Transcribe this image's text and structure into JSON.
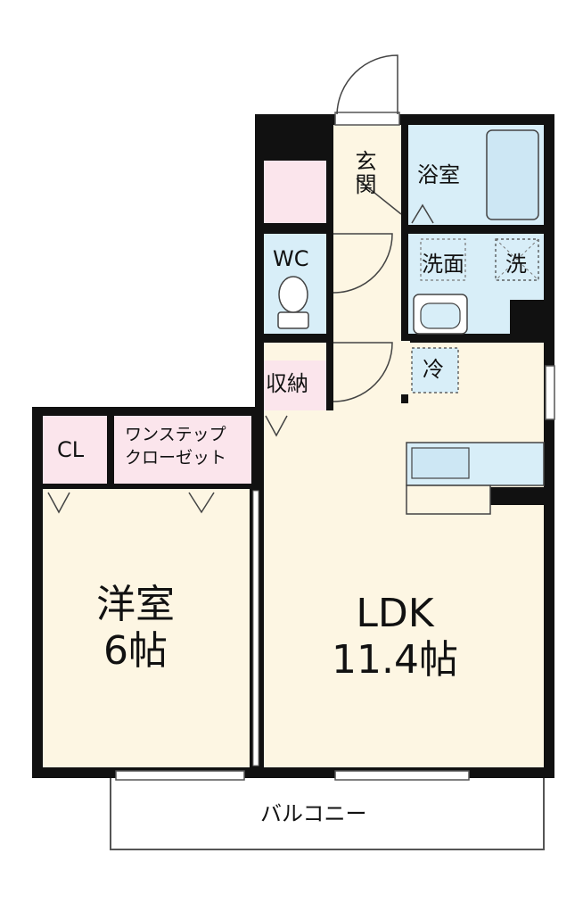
{
  "floorplan": {
    "rooms": {
      "entrance": "玄関",
      "bath": "浴室",
      "wc": "WC",
      "washroom": "洗面",
      "laundry": "洗",
      "fridge": "冷",
      "storage": "収納",
      "closet": "CL",
      "step_closet_line1": "ワンステップ",
      "step_closet_line2": "クローゼット",
      "western_room_name": "洋室",
      "western_room_size": "6帖",
      "ldk_name": "LDK",
      "ldk_size": "11.4帖",
      "balcony": "バルコニー"
    },
    "colors": {
      "wall": "#111111",
      "living_floor": "#fdf6e3",
      "wet_area": "#d8eef8",
      "closet_pink": "#fbe5ec",
      "line": "#444444"
    }
  }
}
